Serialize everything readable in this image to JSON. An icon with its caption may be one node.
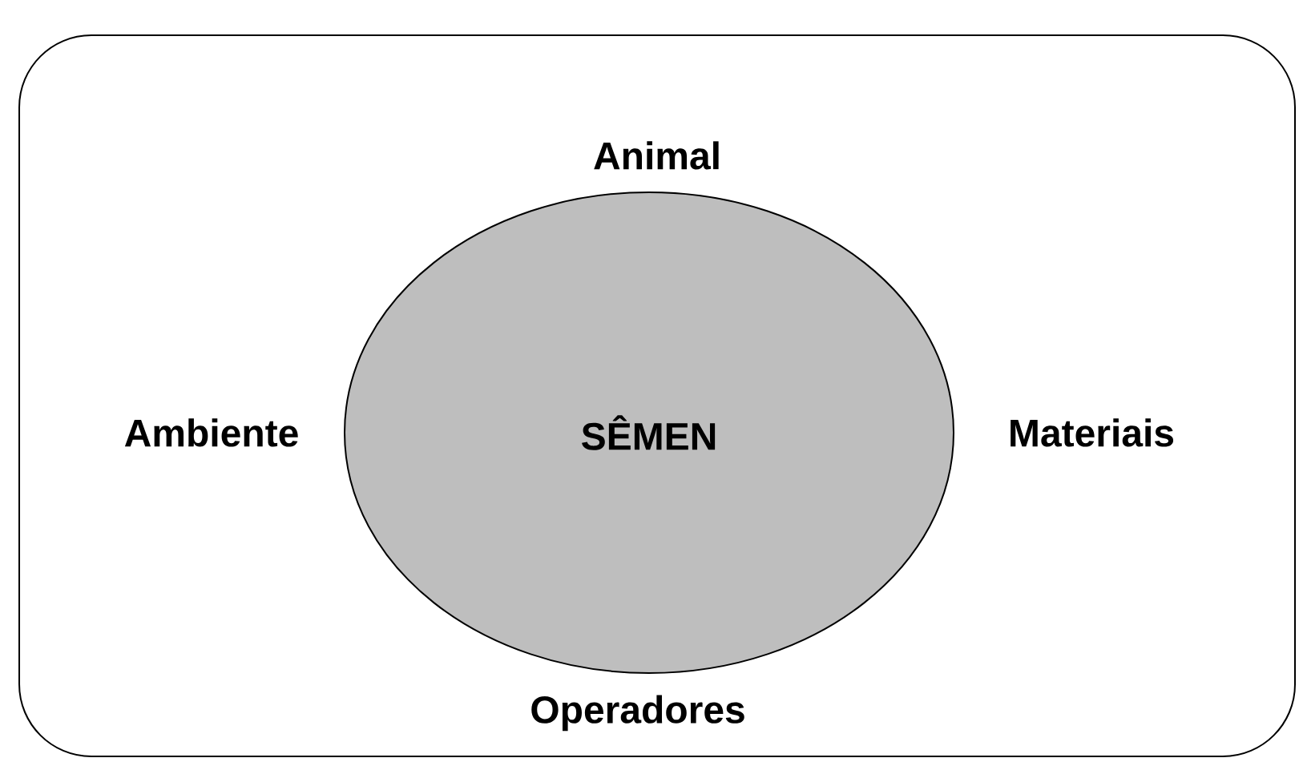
{
  "diagram": {
    "nodes": [
      {
        "text": [],
        "shape": "box"
      },
      {
        "text": [
          "SÊMEN"
        ],
        "in": 0
      }
    ],
    "labels": [
      "Animal",
      "Ambiente",
      "Materiais",
      "Operadores"
    ]
  }
}
